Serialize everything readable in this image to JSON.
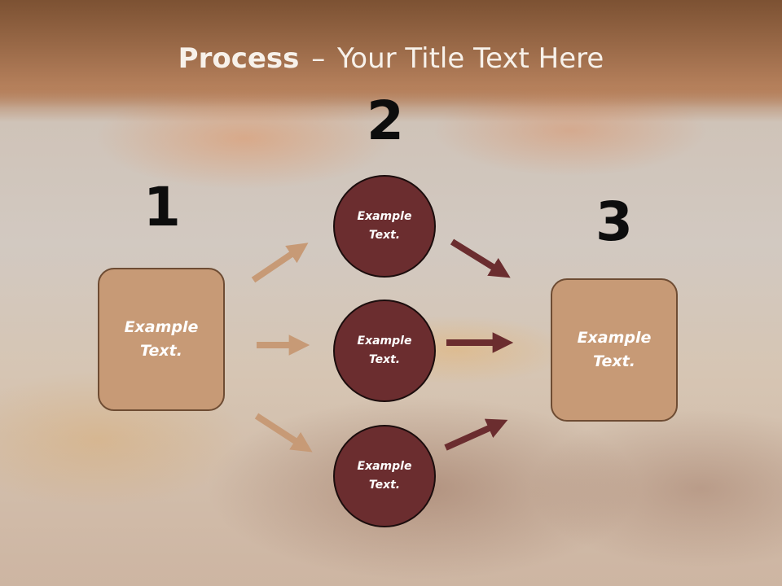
{
  "slide": {
    "title_bold": "Process",
    "title_dash": "–",
    "title_rest": "Your Title Text Here"
  },
  "steps": [
    {
      "number": "1",
      "label": "Example\nText."
    },
    {
      "number": "2",
      "label": "Example\nText."
    },
    {
      "number": "3",
      "label": "Example\nText."
    }
  ],
  "middle": [
    {
      "label": "Example\nText."
    },
    {
      "label": "Example\nText."
    },
    {
      "label": "Example\nText."
    }
  ],
  "colors": {
    "box_fill": "#c79a76",
    "circle_fill": "#6b2d2f",
    "arrow_light": "#c79a76",
    "arrow_dark": "#6b2d2f"
  }
}
